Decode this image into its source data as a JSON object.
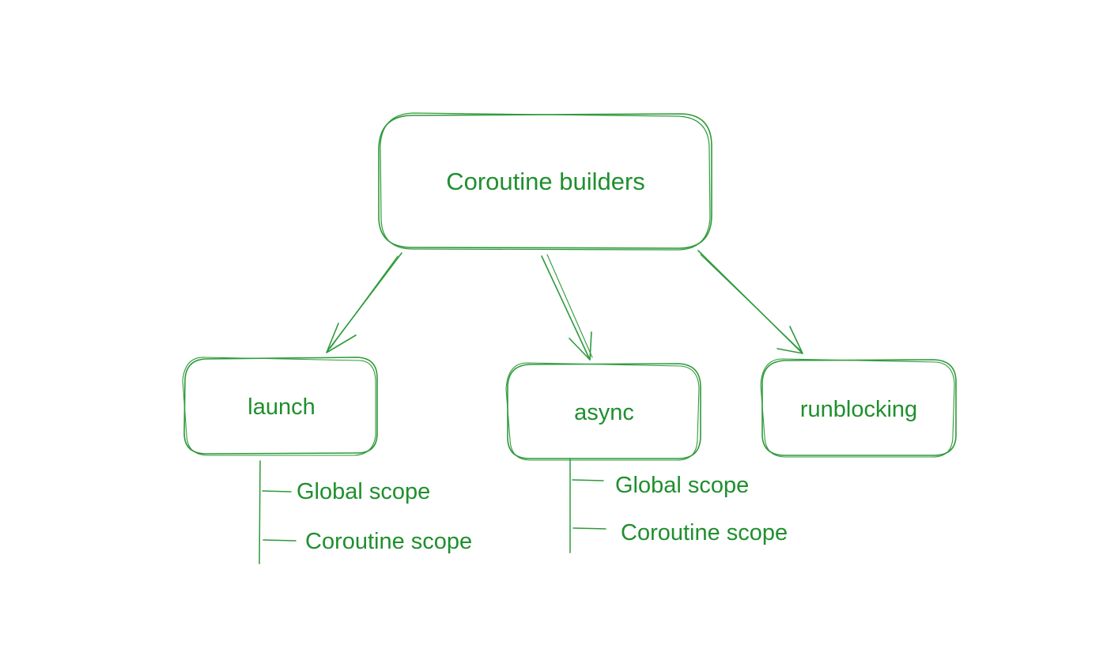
{
  "diagram": {
    "root": {
      "label": "Coroutine builders"
    },
    "builders": [
      {
        "label": "launch",
        "scopes": [
          "Global scope",
          "Coroutine scope"
        ]
      },
      {
        "label": "async",
        "scopes": [
          "Global scope",
          "Coroutine scope"
        ]
      },
      {
        "label": "runblocking",
        "scopes": []
      }
    ]
  },
  "colors": {
    "ink": "#2e9a3a",
    "text": "#1f8f2e",
    "background": "#ffffff"
  }
}
